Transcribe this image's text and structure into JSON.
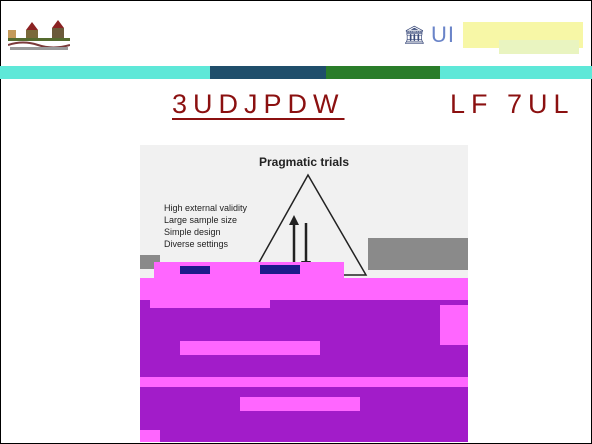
{
  "header": {
    "left_logo": {
      "name": "campus-logo"
    },
    "right_logo": {
      "icon": "institution-icon",
      "text": "UI"
    }
  },
  "stripe_colors": [
    "#5ee8d8",
    "#5ee8d8",
    "#1f4e6b",
    "#2a7d2a",
    "#5ee8d8",
    "#5ee8d8"
  ],
  "slide": {
    "title_main": "3UDJPDW",
    "title_rest": "LF 7UL",
    "title_color": "#8b1010"
  },
  "figure": {
    "title": "Pragmatic trials",
    "list": [
      "High external validity",
      "Large sample size",
      "Simple design",
      "Diverse settings"
    ],
    "glitch_colors": {
      "magenta": "#a21cc9",
      "pink": "#ff66ff",
      "gray": "#8a8a8a",
      "navy": "#1c1c8a"
    }
  }
}
